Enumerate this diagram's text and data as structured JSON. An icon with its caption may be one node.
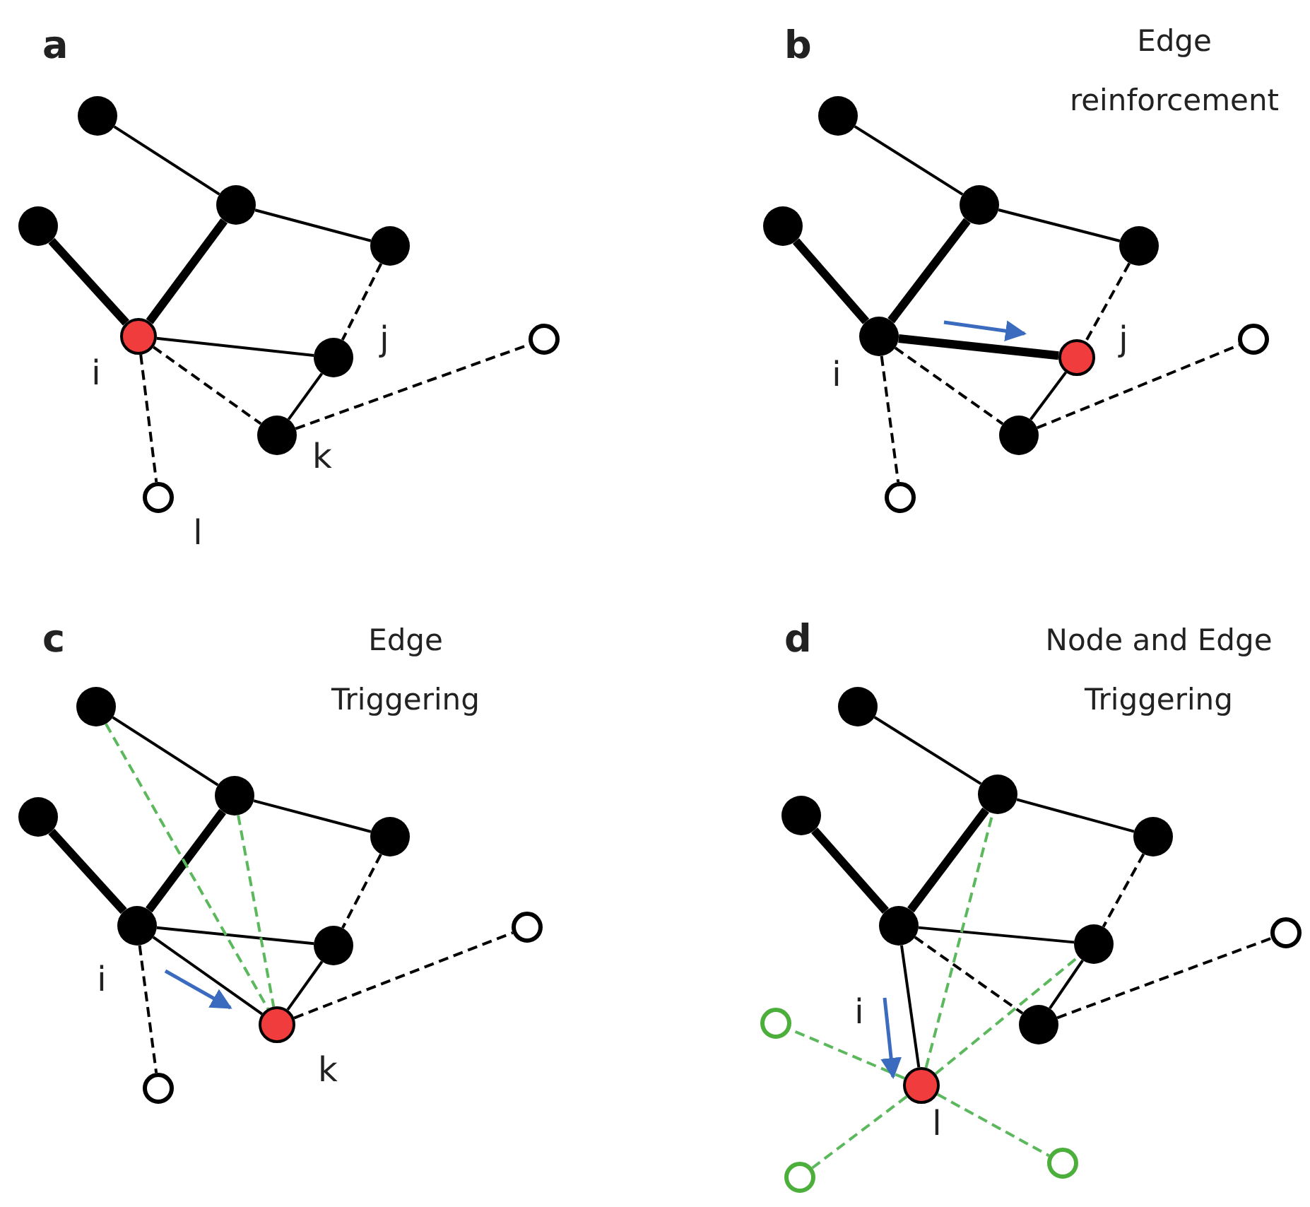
{
  "diagram": {
    "nodes": [
      {
        "text": [],
        "shape": "circle"
      },
      {
        "text": [],
        "shape": "circle"
      },
      {
        "text": [],
        "shape": "circle"
      },
      {
        "text": [],
        "shape": "circle"
      },
      {
        "text": [],
        "shape": "circle",
        "beside": [
          "i"
        ]
      },
      {
        "text": [],
        "shape": "circle",
        "beside": [
          "j"
        ]
      },
      {
        "text": [],
        "shape": "circle",
        "beside": [
          "k"
        ]
      },
      {
        "text": [],
        "shape": "circle"
      },
      {
        "text": [],
        "shape": "circle",
        "beside": [
          "l"
        ]
      },
      {
        "text": [],
        "shape": "circle"
      },
      {
        "text": [],
        "shape": "circle"
      },
      {
        "text": [],
        "shape": "circle"
      },
      {
        "text": [],
        "shape": "circle"
      },
      {
        "text": [],
        "shape": "circle",
        "beside": [
          "i"
        ]
      },
      {
        "text": [],
        "shape": "circle",
        "beside": [
          "j"
        ]
      },
      {
        "text": [],
        "shape": "circle"
      },
      {
        "text": [],
        "shape": "circle"
      },
      {
        "text": [],
        "shape": "circle"
      },
      {
        "text": [],
        "shape": "circle"
      },
      {
        "text": [],
        "shape": "circle"
      },
      {
        "text": [],
        "shape": "circle"
      },
      {
        "text": [],
        "shape": "circle"
      },
      {
        "text": [],
        "shape": "circle",
        "beside": [
          "i"
        ]
      },
      {
        "text": [],
        "shape": "circle"
      },
      {
        "text": [],
        "shape": "circle",
        "beside": [
          "k"
        ]
      },
      {
        "text": [],
        "shape": "circle"
      },
      {
        "text": [],
        "shape": "circle"
      },
      {
        "text": [],
        "shape": "circle"
      },
      {
        "text": [],
        "shape": "circle"
      },
      {
        "text": [],
        "shape": "circle"
      },
      {
        "text": [],
        "shape": "circle"
      },
      {
        "text": [],
        "shape": "circle",
        "beside": [
          "i"
        ]
      },
      {
        "text": [],
        "shape": "circle"
      },
      {
        "text": [],
        "shape": "circle"
      },
      {
        "text": [],
        "shape": "circle"
      },
      {
        "text": [],
        "shape": "circle",
        "beside": [
          "l"
        ]
      },
      {
        "text": [],
        "shape": "circle"
      },
      {
        "text": [],
        "shape": "circle"
      },
      {
        "text": [],
        "shape": "circle"
      }
    ],
    "edges": [
      {
        "from": 0,
        "to": 2,
        "arrow": "none"
      },
      {
        "from": 1,
        "to": 4,
        "arrow": "none",
        "style": "thick"
      },
      {
        "from": 2,
        "to": 4,
        "arrow": "none",
        "style": "thick"
      },
      {
        "from": 2,
        "to": 3,
        "arrow": "none"
      },
      {
        "from": 4,
        "to": 5,
        "arrow": "none"
      },
      {
        "from": 3,
        "to": 5,
        "arrow": "none",
        "style": "dashed"
      },
      {
        "from": 4,
        "to": 6,
        "arrow": "none",
        "style": "dashed"
      },
      {
        "from": 5,
        "to": 6,
        "arrow": "none"
      },
      {
        "from": 6,
        "to": 7,
        "arrow": "none",
        "style": "dashed"
      },
      {
        "from": 4,
        "to": 8,
        "arrow": "none",
        "style": "dashed"
      },
      {
        "from": 9,
        "to": 11,
        "arrow": "none"
      },
      {
        "from": 10,
        "to": 13,
        "arrow": "none",
        "style": "thick"
      },
      {
        "from": 11,
        "to": 13,
        "arrow": "none",
        "style": "thick"
      },
      {
        "from": 11,
        "to": 12,
        "arrow": "none"
      },
      {
        "from": 13,
        "to": 14,
        "arrow": "none",
        "style": "thick"
      },
      {
        "from": 12,
        "to": 14,
        "arrow": "none",
        "style": "dashed"
      },
      {
        "from": 13,
        "to": 15,
        "arrow": "none",
        "style": "dashed"
      },
      {
        "from": 14,
        "to": 15,
        "arrow": "none"
      },
      {
        "from": 15,
        "to": 16,
        "arrow": "none",
        "style": "dashed"
      },
      {
        "from": 13,
        "to": 17,
        "arrow": "none",
        "style": "dashed"
      },
      {
        "from": 18,
        "to": 20,
        "arrow": "none"
      },
      {
        "from": 19,
        "to": 22,
        "arrow": "none",
        "style": "thick"
      },
      {
        "from": 20,
        "to": 22,
        "arrow": "none",
        "style": "thick"
      },
      {
        "from": 20,
        "to": 21,
        "arrow": "none"
      },
      {
        "from": 22,
        "to": 23,
        "arrow": "none"
      },
      {
        "from": 21,
        "to": 23,
        "arrow": "none",
        "style": "dashed"
      },
      {
        "from": 22,
        "to": 24,
        "arrow": "none"
      },
      {
        "from": 23,
        "to": 24,
        "arrow": "none"
      },
      {
        "from": 24,
        "to": 25,
        "arrow": "none",
        "style": "dashed"
      },
      {
        "from": 22,
        "to": 26,
        "arrow": "none",
        "style": "dashed"
      },
      {
        "from": 18,
        "to": 24,
        "arrow": "none",
        "style": "dashed",
        "color": "#5cb85c"
      },
      {
        "from": 20,
        "to": 24,
        "arrow": "none",
        "style": "dashed",
        "color": "#5cb85c"
      },
      {
        "from": 27,
        "to": 29,
        "arrow": "none"
      },
      {
        "from": 28,
        "to": 31,
        "arrow": "none",
        "style": "thick"
      },
      {
        "from": 29,
        "to": 31,
        "arrow": "none",
        "style": "thick"
      },
      {
        "from": 29,
        "to": 30,
        "arrow": "none"
      },
      {
        "from": 31,
        "to": 32,
        "arrow": "none"
      },
      {
        "from": 30,
        "to": 32,
        "arrow": "none",
        "style": "dashed"
      },
      {
        "from": 31,
        "to": 33,
        "arrow": "none",
        "style": "dashed"
      },
      {
        "from": 32,
        "to": 33,
        "arrow": "none"
      },
      {
        "from": 33,
        "to": 34,
        "arrow": "none",
        "style": "dashed"
      },
      {
        "from": 31,
        "to": 35,
        "arrow": "none"
      },
      {
        "from": 35,
        "to": 29,
        "arrow": "none",
        "style": "dashed",
        "color": "#5cb85c"
      },
      {
        "from": 35,
        "to": 32,
        "arrow": "none",
        "style": "dashed",
        "color": "#5cb85c"
      },
      {
        "from": 35,
        "to": 36,
        "arrow": "none",
        "style": "dashed",
        "color": "#5cb85c"
      },
      {
        "from": 35,
        "to": 37,
        "arrow": "none",
        "style": "dashed",
        "color": "#5cb85c"
      },
      {
        "from": 35,
        "to": 38,
        "arrow": "none",
        "style": "dashed",
        "color": "#5cb85c"
      }
    ],
    "labels": [
      "a",
      "b",
      "Edge reinforcement",
      "c",
      "Edge Triggering",
      "d",
      "Node and Edge Triggering"
    ]
  }
}
